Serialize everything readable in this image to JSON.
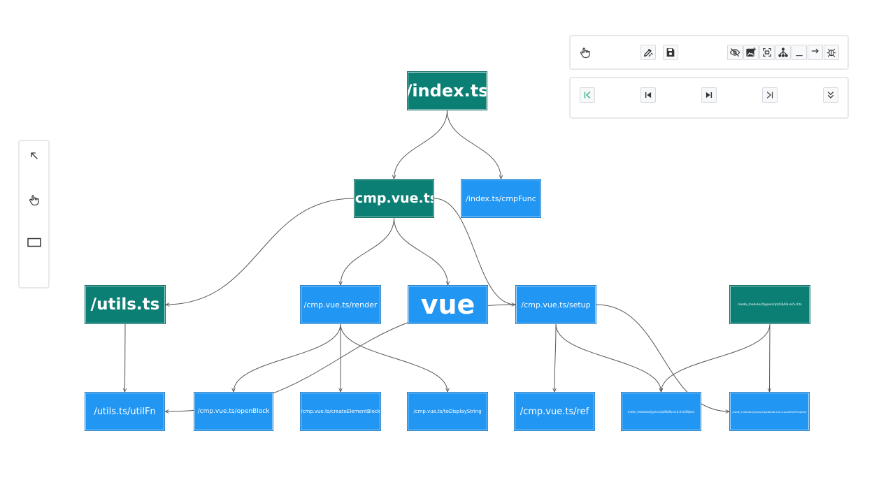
{
  "colors": {
    "root": "#00847a",
    "module": "#0b7f74",
    "leaf": "#2196f3",
    "edge": "#555555"
  },
  "nodes": [
    {
      "id": "index",
      "label": "/index.ts",
      "kind": "module"
    },
    {
      "id": "cmp",
      "label": "/cmp.vue.ts",
      "kind": "module"
    },
    {
      "id": "cmpFunc",
      "label": "/index.ts/cmpFunc",
      "kind": "leaf"
    },
    {
      "id": "utils",
      "label": "/utils.ts",
      "kind": "module"
    },
    {
      "id": "render",
      "label": "/cmp.vue.ts/render",
      "kind": "leaf"
    },
    {
      "id": "vue",
      "label": "vue",
      "kind": "leaf"
    },
    {
      "id": "setup",
      "label": "/cmp.vue.ts/setup",
      "kind": "leaf"
    },
    {
      "id": "tslib",
      "label": "/node_modules/typescript/lib/lib.es5.d.ts",
      "kind": "module"
    },
    {
      "id": "utilFn",
      "label": "/utils.ts/utilFn",
      "kind": "leaf"
    },
    {
      "id": "openBlock",
      "label": "/cmp.vue.ts/openBlock",
      "kind": "leaf"
    },
    {
      "id": "createElementBlock",
      "label": "/cmp.vue.ts/createElementBlock",
      "kind": "leaf"
    },
    {
      "id": "toDisplayString",
      "label": "/cmp.vue.ts/toDisplayString",
      "kind": "leaf"
    },
    {
      "id": "ref",
      "label": "/cmp.vue.ts/ref",
      "kind": "leaf"
    },
    {
      "id": "object",
      "label": "/node_modules/typescript/lib/lib.es5.d.ts/Object",
      "kind": "leaf"
    },
    {
      "id": "defineProperty",
      "label": "/node_modules/typescript/lib/lib.es5.d.ts/defineProperty",
      "kind": "leaf"
    }
  ],
  "edges": [
    [
      "index",
      "cmp"
    ],
    [
      "index",
      "cmpFunc"
    ],
    [
      "cmp",
      "utils"
    ],
    [
      "cmp",
      "render"
    ],
    [
      "cmp",
      "vue"
    ],
    [
      "cmp",
      "setup"
    ],
    [
      "utils",
      "utilFn"
    ],
    [
      "render",
      "openBlock"
    ],
    [
      "render",
      "createElementBlock"
    ],
    [
      "render",
      "toDisplayString"
    ],
    [
      "setup",
      "ref"
    ],
    [
      "setup",
      "object"
    ],
    [
      "setup",
      "defineProperty"
    ],
    [
      "setup",
      "utilFn"
    ],
    [
      "tslib",
      "object"
    ],
    [
      "tslib",
      "defineProperty"
    ]
  ],
  "toolbar": {
    "top_row": [
      "hand-icon",
      "edit-icon",
      "save-icon",
      "hide-icon",
      "add-image-icon",
      "fit-view-icon",
      "tree-layout-icon",
      "underscore-icon",
      "arrow-right-icon",
      "debug-icon"
    ],
    "bottom_row": [
      "first-step-icon",
      "previous-step-icon",
      "next-step-icon",
      "last-step-icon",
      "expand-all-icon"
    ]
  },
  "left_tools": [
    "pointer-icon",
    "hand-icon",
    "rectangle-icon"
  ]
}
